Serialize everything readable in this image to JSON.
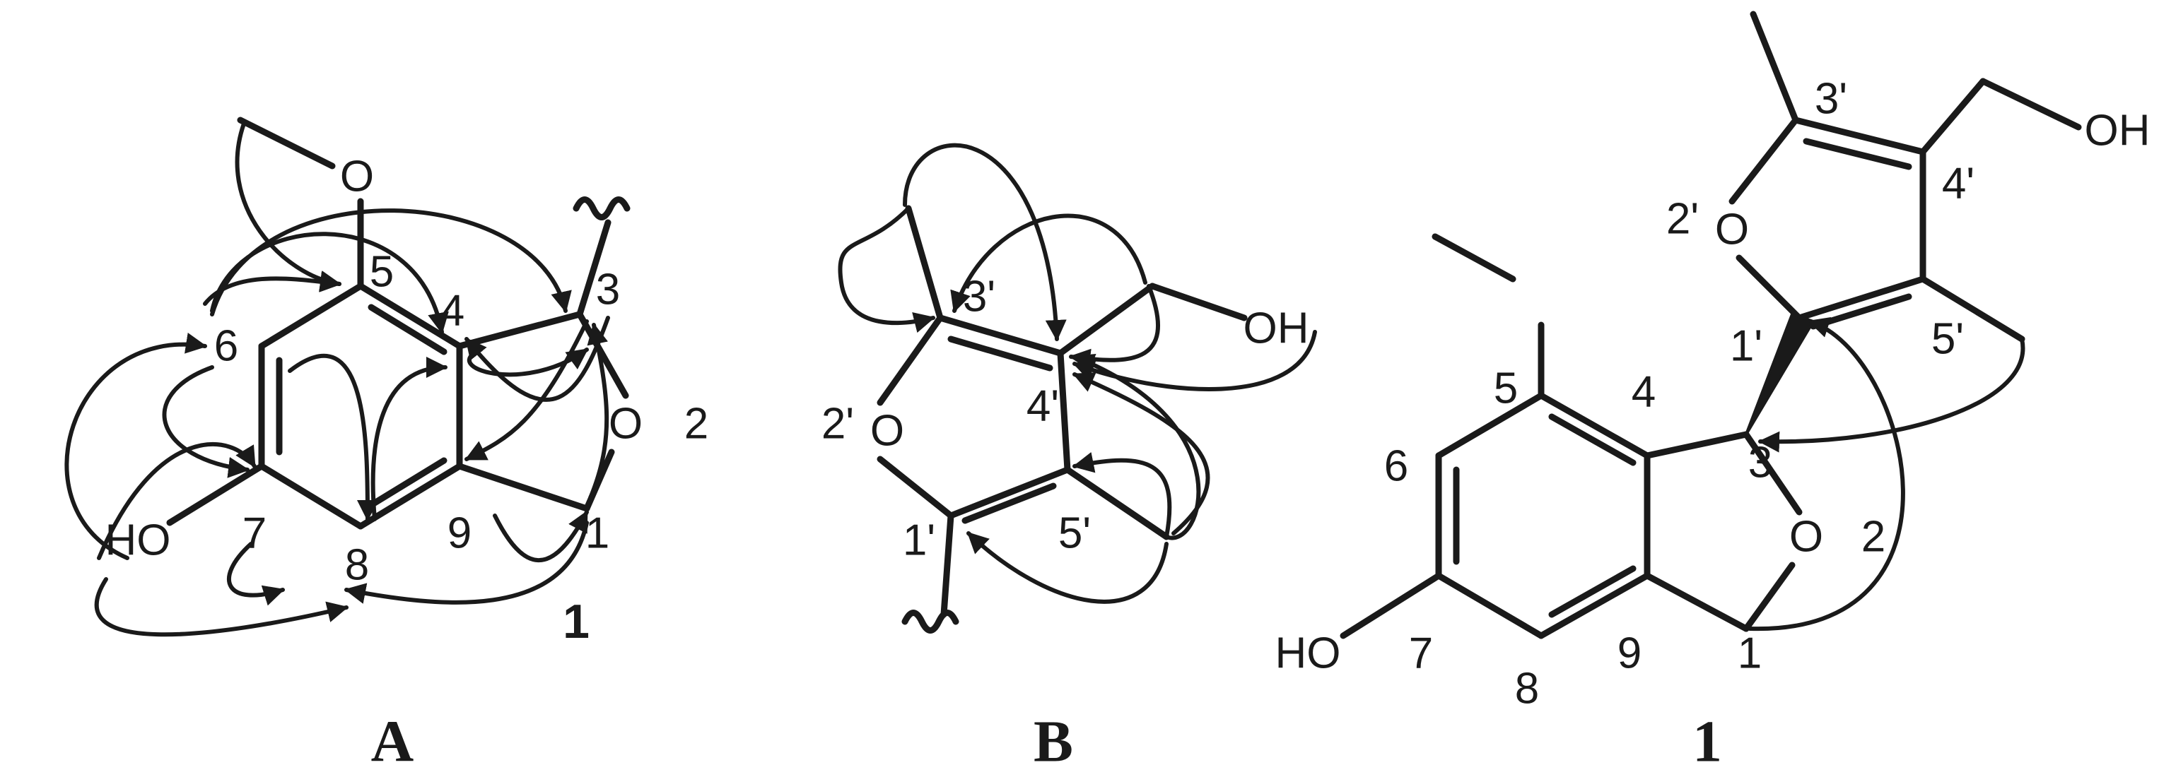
{
  "panels": [
    {
      "id": "A",
      "caption": "A",
      "compound": "1",
      "atom_labels": [
        "O",
        "5",
        "4",
        "3",
        "6",
        "O",
        "2",
        "HO",
        "7",
        "8",
        "9",
        "1"
      ]
    },
    {
      "id": "B",
      "caption": "B",
      "atom_labels": [
        "3'",
        "OH",
        "2'",
        "O",
        "4'",
        "1'",
        "5'"
      ]
    },
    {
      "id": "1",
      "caption": "1",
      "atom_labels": [
        "3'",
        "OH",
        "4'",
        "2'",
        "O",
        "1'",
        "5'",
        "5",
        "4",
        "3",
        "6",
        "O",
        "2",
        "HO",
        "7",
        "8",
        "9",
        "1"
      ]
    }
  ],
  "colors": {
    "ink": "#1a1a1a",
    "background": "#ffffff"
  }
}
